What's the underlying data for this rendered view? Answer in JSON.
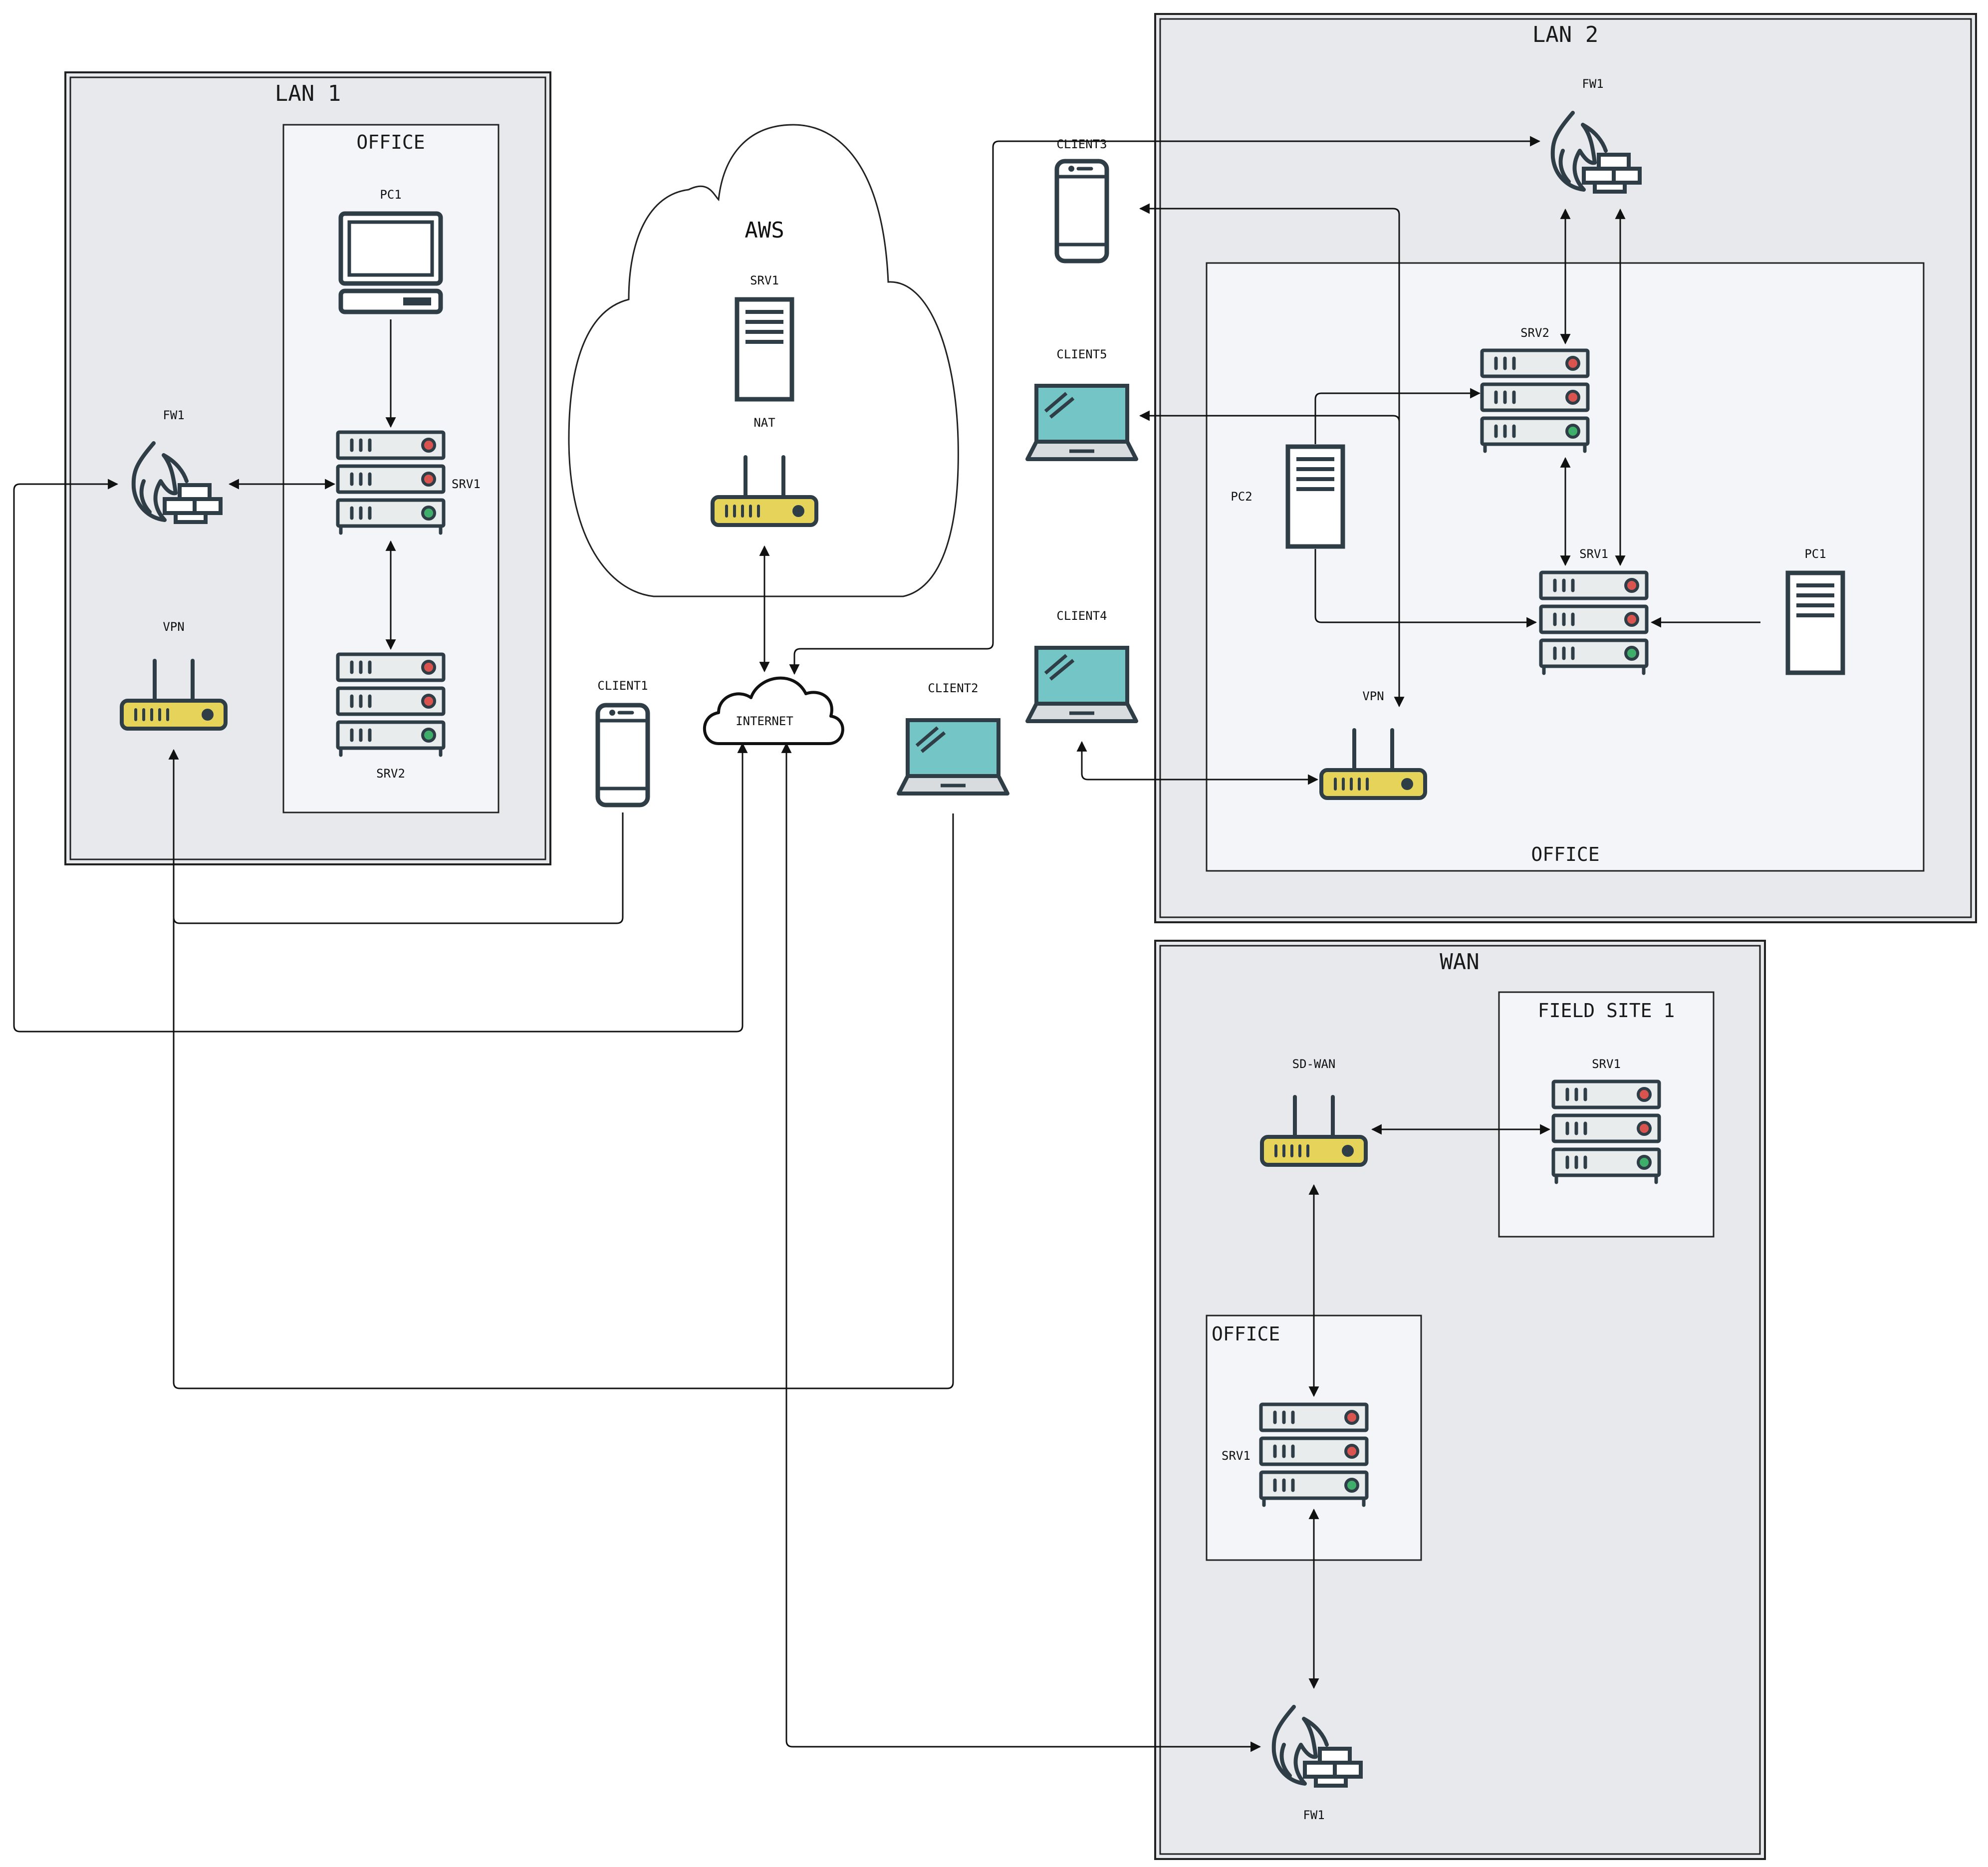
{
  "zones": {
    "lan1": {
      "title": "LAN 1",
      "office_title": "OFFICE"
    },
    "lan2": {
      "title": "LAN 2",
      "office_title": "OFFICE"
    },
    "wan": {
      "title": "WAN",
      "field_site_title": "FIELD SITE 1",
      "office_title": "OFFICE"
    },
    "aws": {
      "title": "AWS"
    }
  },
  "devices": {
    "lan1_pc1": "PC1",
    "lan1_srv1": "SRV1",
    "lan1_srv2": "SRV2",
    "lan1_fw1": "FW1",
    "lan1_vpn": "VPN",
    "aws_srv1": "SRV1",
    "aws_nat": "NAT",
    "internet": "INTERNET",
    "client1": "CLIENT1",
    "client2": "CLIENT2",
    "client3": "CLIENT3",
    "client4": "CLIENT4",
    "client5": "CLIENT5",
    "lan2_fw1": "FW1",
    "lan2_srv2": "SRV2",
    "lan2_srv1": "SRV1",
    "lan2_pc1": "PC1",
    "lan2_pc2": "PC2",
    "lan2_vpn": "VPN",
    "wan_sdwan": "SD-WAN",
    "wan_field_srv1": "SRV1",
    "wan_office_srv1": "SRV1",
    "wan_fw1": "FW1"
  },
  "colors": {
    "zone_fill": "#e8e9ed",
    "office_fill": "#f4f5f8",
    "stroke": "#2f3e46",
    "router_yellow": "#e5d35a",
    "laptop_teal": "#74c5c6",
    "led_red": "#d9534f",
    "led_green": "#3fae6a",
    "line": "#111111"
  },
  "icons": {
    "pc": "desktop-monitor-icon",
    "server_rack": "server-rack-icon",
    "tower": "server-tower-icon",
    "firewall": "firewall-icon",
    "router": "router-icon",
    "phone": "mobile-phone-icon",
    "laptop": "laptop-icon",
    "cloud": "cloud-icon"
  }
}
